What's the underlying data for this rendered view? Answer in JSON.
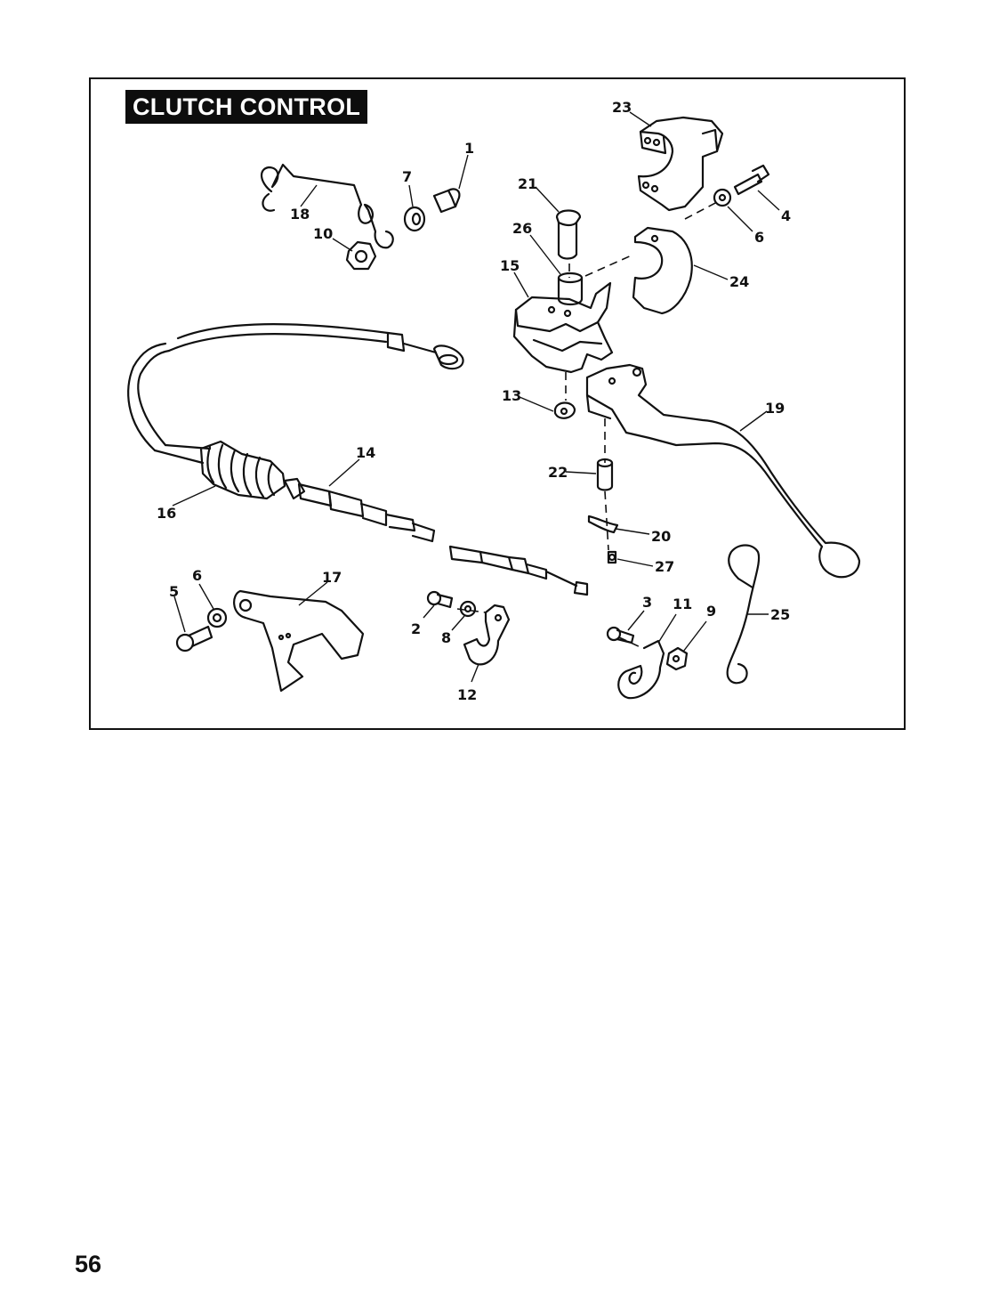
{
  "title": "CLUTCH CONTROL",
  "page_number": "56",
  "callouts": {
    "c1": "1",
    "c2": "2",
    "c3": "3",
    "c4": "4",
    "c5": "5",
    "c6a": "6",
    "c6b": "6",
    "c7": "7",
    "c8": "8",
    "c9": "9",
    "c10": "10",
    "c11": "11",
    "c12": "12",
    "c13": "13",
    "c14": "14",
    "c15": "15",
    "c16": "16",
    "c17": "17",
    "c18": "18",
    "c19": "19",
    "c20": "20",
    "c21": "21",
    "c22": "22",
    "c23": "23",
    "c24": "24",
    "c25": "25",
    "c26": "26",
    "c27": "27"
  }
}
